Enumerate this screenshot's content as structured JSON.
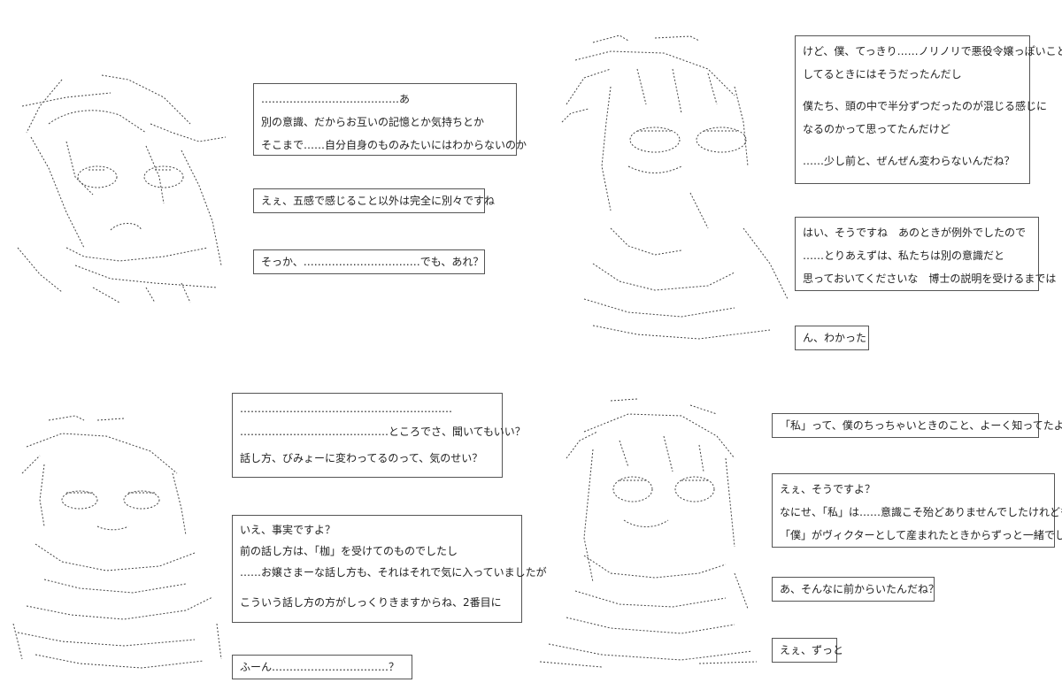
{
  "panels": [
    {
      "bubbles": [
        {
          "lines": [
            "…………………………………あ",
            "別の意識、だからお互いの記憶とか気持ちとか",
            "そこまで……自分自身のものみたいにはわからないのか"
          ]
        },
        {
          "lines": [
            "えぇ、五感で感じること以外は完全に別々ですね"
          ]
        },
        {
          "lines": [
            "そっか、……………………………でも、あれ？"
          ]
        }
      ]
    },
    {
      "bubbles": [
        {
          "lines": [
            "けど、僕、てっきり……ノリノリで悪役令嬢っぽいこと",
            "してるときにはそうだったんだし",
            "",
            "僕たち、頭の中で半分ずつだったのが混じる感じに",
            "なるのかって思ってたんだけど",
            "",
            "……少し前と、ぜんぜん変わらないんだね？"
          ]
        },
        {
          "lines": [
            "はい、そうですね　あのときが例外でしたので",
            "……とりあえずは、私たちは別の意識だと",
            "思っておいてくださいな　博士の説明を受けるまでは"
          ]
        },
        {
          "lines": [
            "ん、わかった"
          ]
        }
      ]
    },
    {
      "bubbles": [
        {
          "lines": [
            "……………………………………………………",
            "……………………………………ところでさ、聞いてもいい？",
            "",
            "話し方、びみょーに変わってるのって、気のせい？"
          ]
        },
        {
          "lines": [
            "いえ、事実ですよ？",
            "前の話し方は、「枷」を受けてのものでしたし",
            "……お嬢さまーな話し方も、それはそれで気に入っていましたが",
            "",
            "こういう話し方の方がしっくりきますからね、2番目に"
          ]
        },
        {
          "lines": [
            "ふーん……………………………？"
          ]
        }
      ]
    },
    {
      "bubbles": [
        {
          "lines": [
            "「私」って、僕のちっちゃいときのこと、よーく知ってたよね？"
          ]
        },
        {
          "lines": [
            "えぇ、そうですよ？",
            "なにせ、「私」は……意識こそ殆どありませんでしたけれども",
            "「僕」がヴィクターとして産まれたときからずっと一緒でしたから"
          ]
        },
        {
          "lines": [
            "あ、そんなに前からいたんだね？"
          ]
        },
        {
          "lines": [
            "えぇ、ずっと"
          ]
        }
      ]
    }
  ]
}
